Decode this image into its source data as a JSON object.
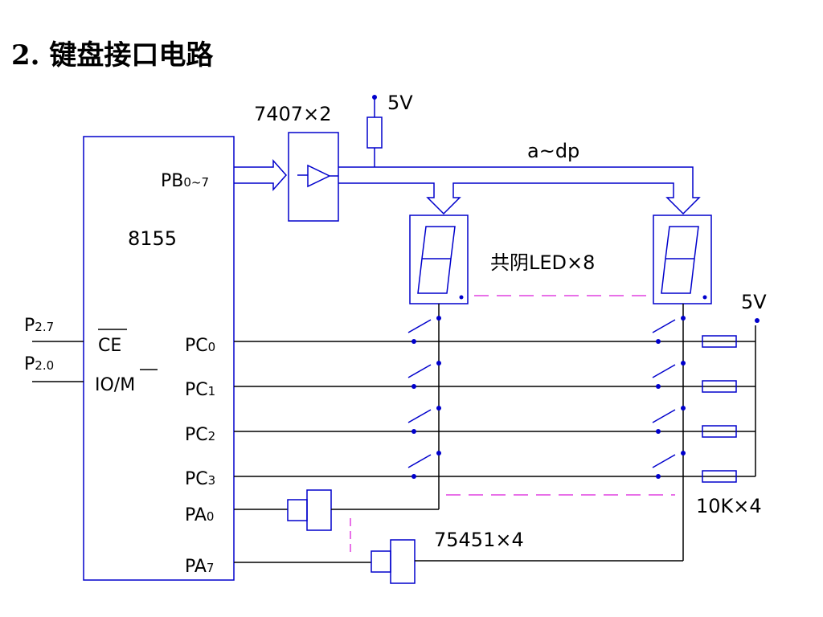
{
  "title": "2. 键盘接口电路",
  "labels": {
    "buffer": "7407×2",
    "vcc_top": "5V",
    "bus": "a~dp",
    "chip": "8155",
    "pb": "PB",
    "pb_sub": "0~7",
    "led": "共阴LED×8",
    "vcc_right": "5V",
    "p27": "P",
    "p27_sub": "2.7",
    "p20": "P",
    "p20_sub": "2.0",
    "ce": "CE",
    "iom": "IO/M",
    "pc0": "PC",
    "pc0_sub": "0",
    "pc1": "PC",
    "pc1_sub": "1",
    "pc2": "PC",
    "pc2_sub": "2",
    "pc3": "PC",
    "pc3_sub": "3",
    "pa0": "PA",
    "pa0_sub": "0",
    "pa7": "PA",
    "pa7_sub": "7",
    "res": "10K×4",
    "drv": "75451×4"
  },
  "colors": {
    "wire": "#0000cc",
    "chip": "#000000",
    "dashed": "#e040e0"
  }
}
